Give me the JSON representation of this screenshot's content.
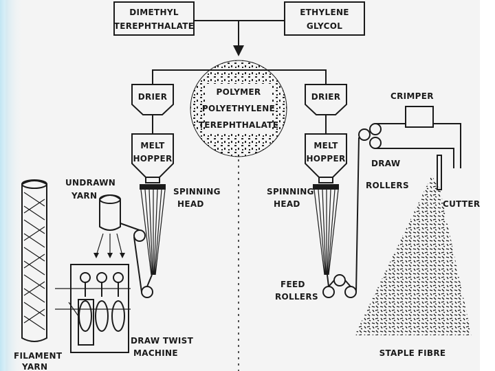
{
  "inputs": {
    "dmt": [
      "DIMETHYL",
      "TEREPHTHALATE"
    ],
    "eg": [
      "ETHYLENE",
      "GLYCOL"
    ]
  },
  "polymer": [
    "POLYMER",
    "POLYETHYLENE",
    "TEREPHTHALATE"
  ],
  "filament_side": {
    "drier": "DRIER",
    "melt_hopper": [
      "MELT",
      "HOPPER"
    ],
    "spinning_head": [
      "SPINNING",
      "HEAD"
    ],
    "undrawn_yarn": [
      "UNDRAWN",
      "YARN"
    ],
    "draw_twist": [
      "DRAW TWIST",
      "MACHINE"
    ],
    "filament_yarn": [
      "FILAMENT",
      "YARN"
    ]
  },
  "staple_side": {
    "drier": "DRIER",
    "melt_hopper": [
      "MELT",
      "HOPPER"
    ],
    "spinning_head": [
      "SPINNING",
      "HEAD"
    ],
    "feed_rollers": [
      "FEED",
      "ROLLERS"
    ],
    "draw_rollers": [
      "DRAW",
      "ROLLERS"
    ],
    "crimper": "CRIMPER",
    "cutter": "CUTTER",
    "staple_fibre": "STAPLE FIBRE"
  },
  "colors": {
    "ink": "#1a1a1a",
    "paper": "#f4f4f4",
    "margin_accent": "#8fd0e8"
  }
}
